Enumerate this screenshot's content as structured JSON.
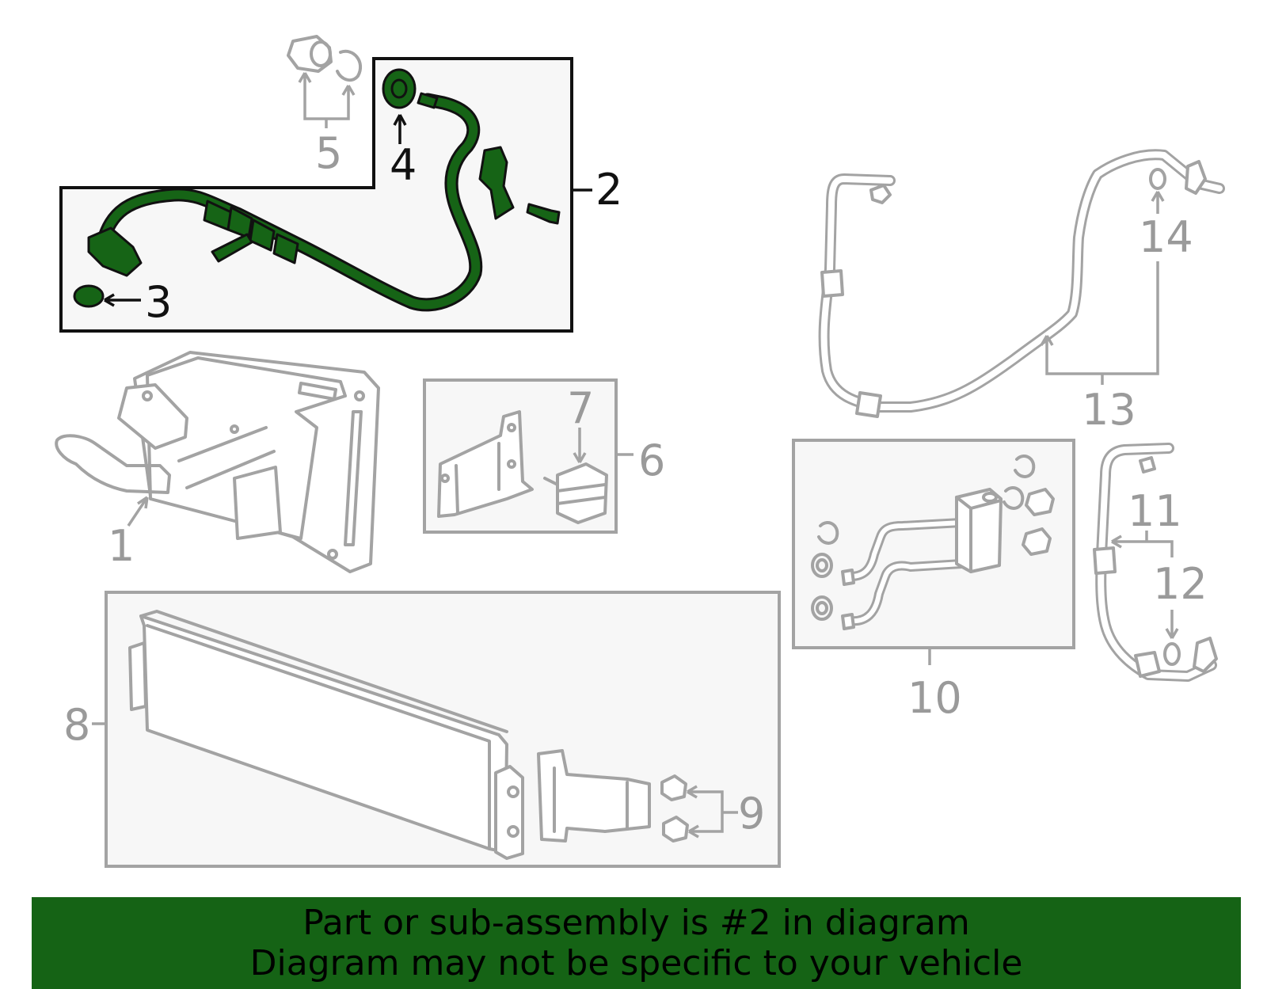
{
  "callouts": {
    "c1": "1",
    "c2": "2",
    "c3": "3",
    "c4": "4",
    "c5": "5",
    "c6": "6",
    "c7": "7",
    "c8": "8",
    "c9": "9",
    "c10": "10",
    "c11": "11",
    "c12": "12",
    "c13": "13",
    "c14": "14"
  },
  "banner": {
    "line1": "Part or sub-assembly is #2 in diagram",
    "line2": "Diagram may not be specific to your vehicle"
  },
  "colors": {
    "highlight": "#166416",
    "banner": "#156315",
    "inactive": "#a3a3a3"
  }
}
